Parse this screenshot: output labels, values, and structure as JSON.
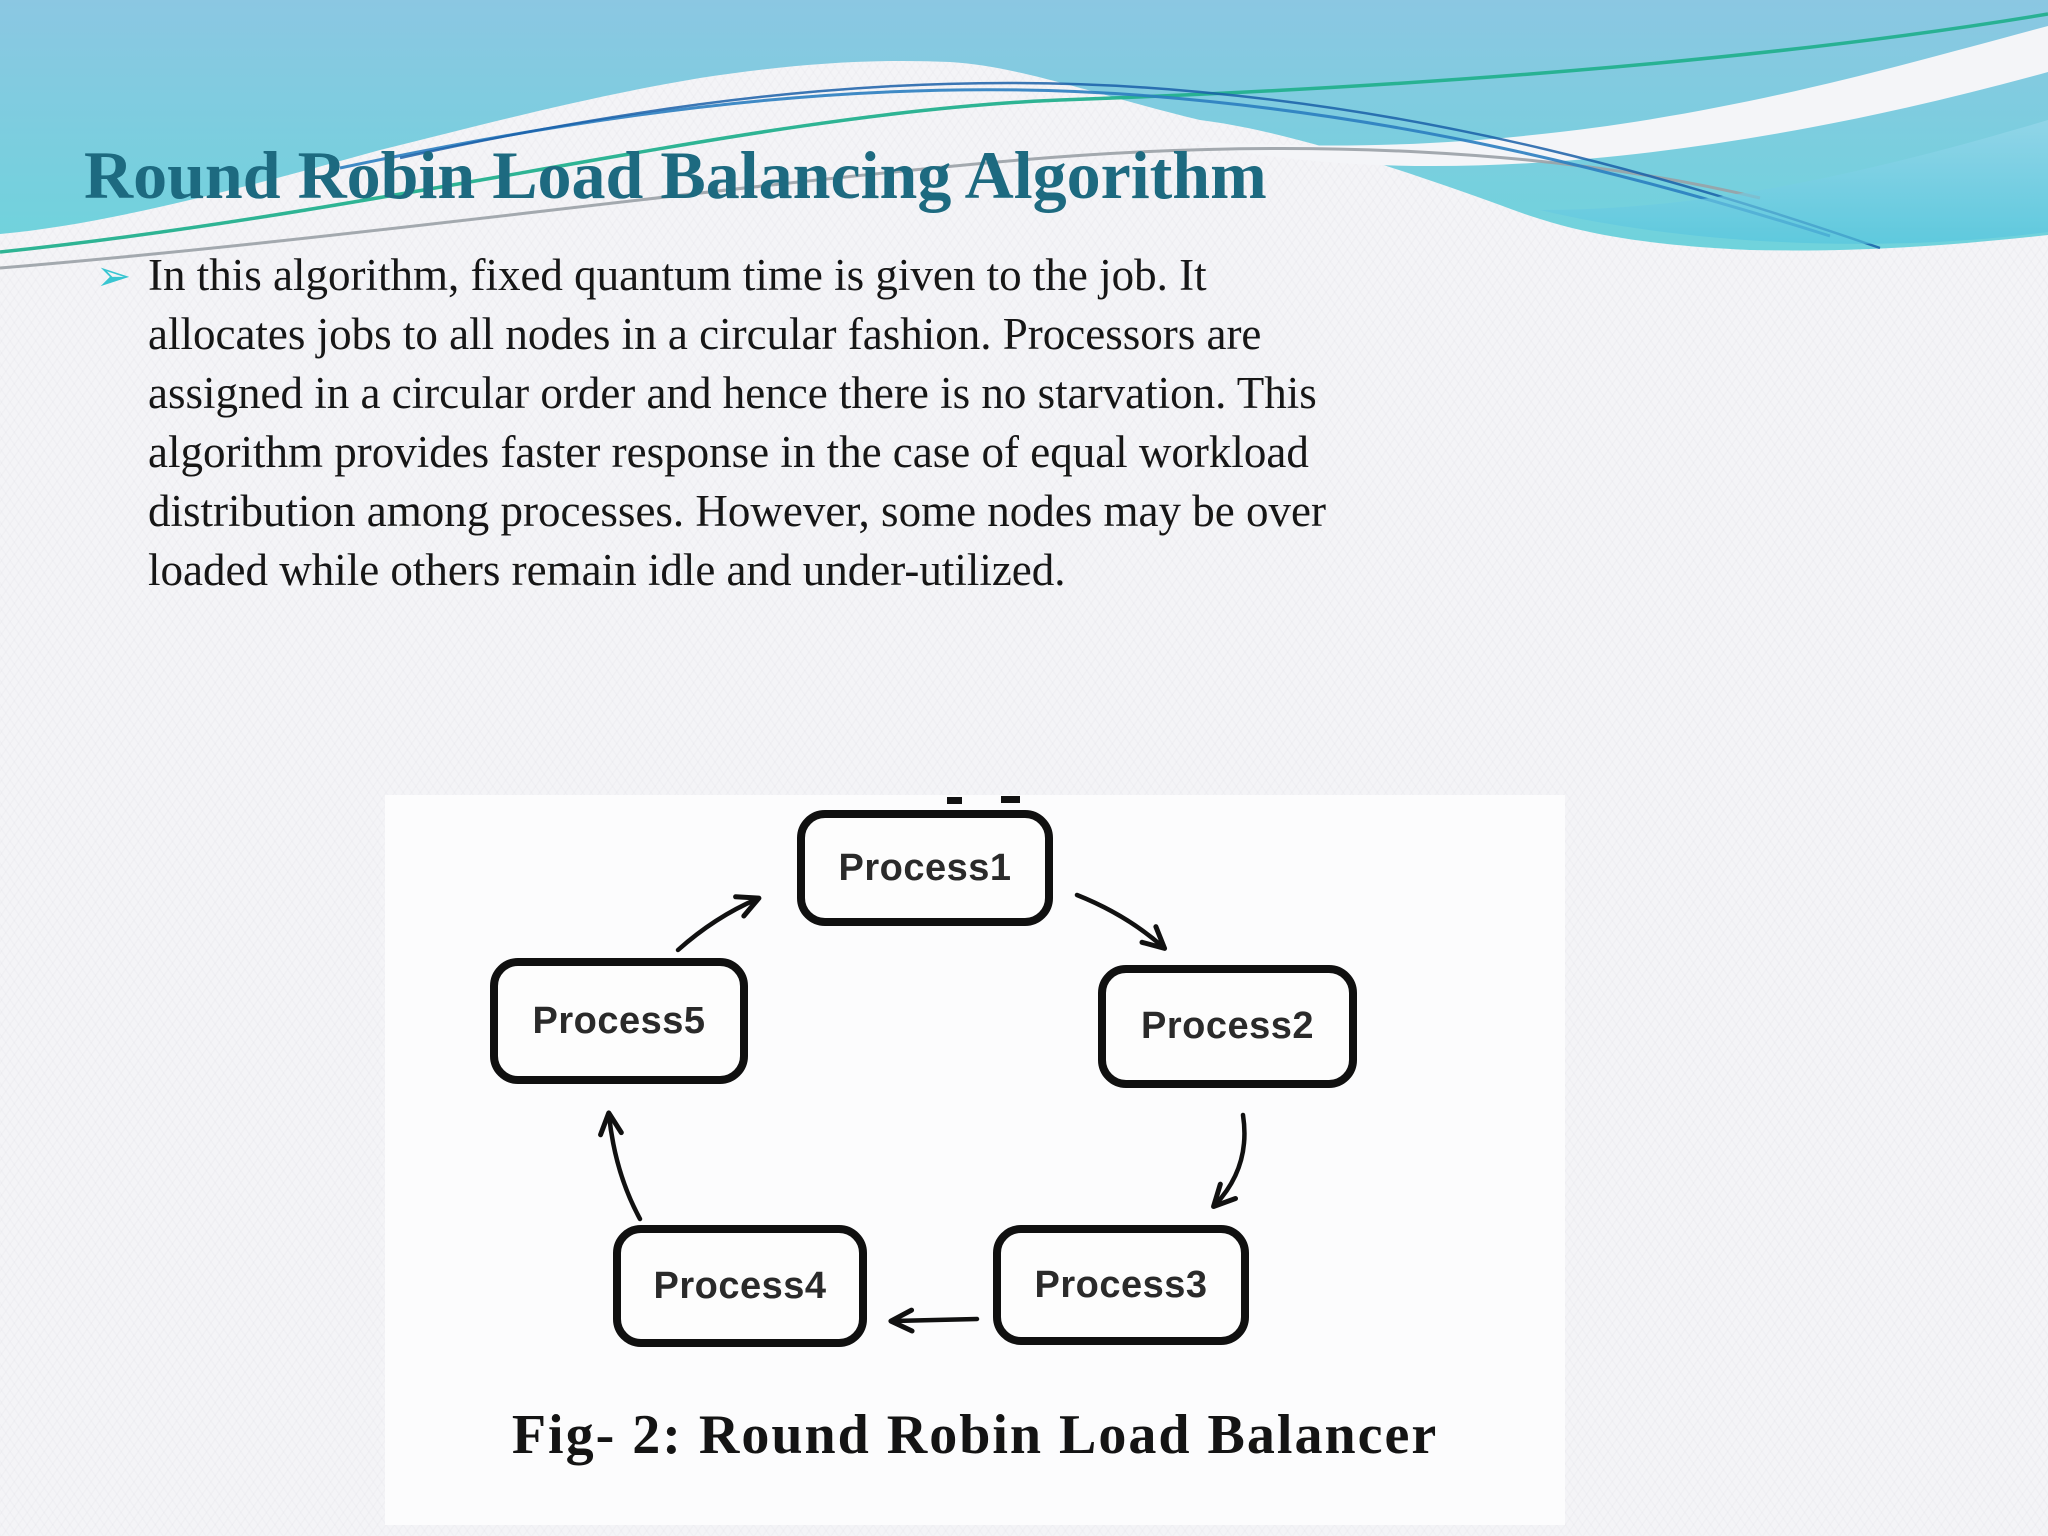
{
  "slide": {
    "title": "Round Robin Load Balancing Algorithm",
    "bullet_char": "➢",
    "body_lines": [
      "In this algorithm, fixed quantum time is given to the job. It",
      "allocates jobs to all nodes in a circular fashion. Processors are",
      "assigned in a circular order and hence there is no starvation. This",
      "algorithm provides faster response in the case of equal workload",
      "distribution among processes. However, some nodes may be over",
      "loaded while others remain idle and under-utilized."
    ]
  },
  "figure": {
    "caption": "Fig- 2: Round Robin Load Balancer",
    "nodes": [
      {
        "label": "Process1"
      },
      {
        "label": "Process2"
      },
      {
        "label": "Process3"
      },
      {
        "label": "Process4"
      },
      {
        "label": "Process5"
      }
    ],
    "edges": [
      {
        "from": "Process1",
        "to": "Process2"
      },
      {
        "from": "Process2",
        "to": "Process3"
      },
      {
        "from": "Process3",
        "to": "Process4"
      },
      {
        "from": "Process4",
        "to": "Process5"
      },
      {
        "from": "Process5",
        "to": "Process1"
      }
    ]
  },
  "colors": {
    "title_teal": "#1d6a80",
    "bullet_teal": "#38c5d1",
    "body_text": "#161616",
    "banner_cyan_top": "#8bc7e2",
    "banner_cyan_bottom": "#6fd3dc",
    "accent_green": "#23b08e",
    "accent_blue": "#2b7ec0",
    "accent_gray": "#9aa1a6",
    "diagram_ink": "#111111"
  }
}
